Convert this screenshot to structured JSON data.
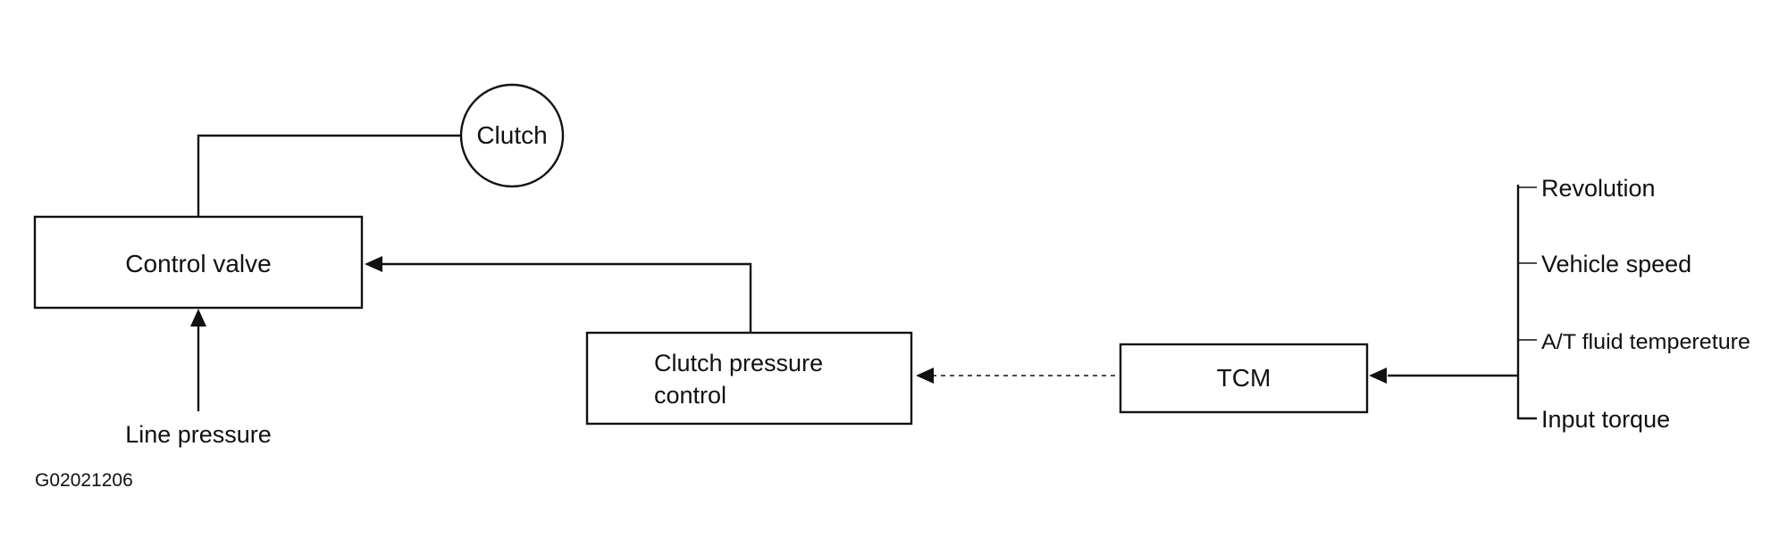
{
  "diagram": {
    "clutch": "Clutch",
    "control_valve": "Control valve",
    "line_pressure": "Line pressure",
    "clutch_pressure_control_line1": "Clutch pressure",
    "clutch_pressure_control_line2": "control",
    "tcm": "TCM",
    "inputs": [
      "Revolution",
      "Vehicle speed",
      "A/T fluid tempereture",
      "Input torque"
    ],
    "figure_id": "G02021206"
  }
}
